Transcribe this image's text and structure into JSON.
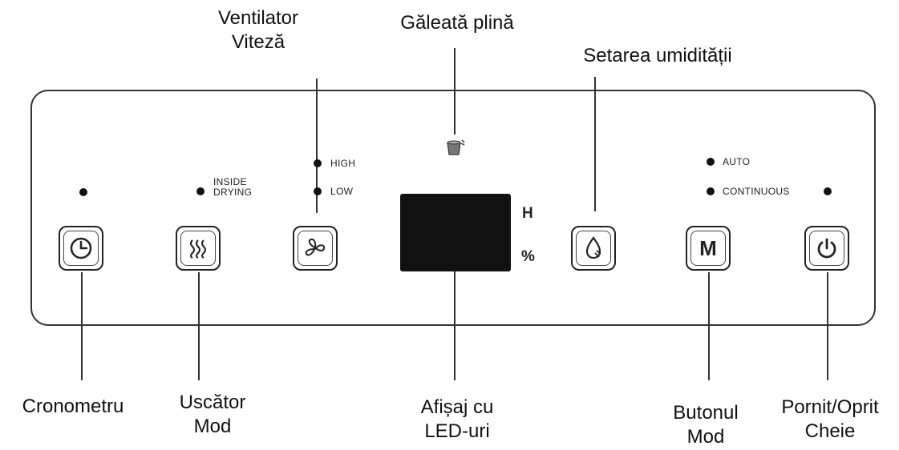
{
  "callouts": {
    "fan_speed": [
      "Ventilator",
      "Viteză"
    ],
    "bucket_full": "Găleată plină",
    "humidity_setting": "Setarea umidității",
    "timer": "Cronometru",
    "dryer_mode": [
      "Uscător",
      "Mod"
    ],
    "led_display": [
      "Afișaj cu",
      "LED-uri"
    ],
    "mode_button": [
      "Butonul",
      "Mod"
    ],
    "power_key": [
      "Pornit/Oprit",
      "Cheie"
    ]
  },
  "indicators": {
    "inside_drying": [
      "INSIDE",
      "DRYING"
    ],
    "high": "HIGH",
    "low": "LOW",
    "auto": "AUTO",
    "continuous": "CONTINUOUS"
  },
  "display": {
    "unit_h": "H",
    "unit_percent": "%"
  },
  "buttons": {
    "mode_label": "M"
  },
  "icons": {
    "timer": "clock-icon",
    "dryer": "heat-waves-icon",
    "fan": "fan-icon",
    "humidity": "water-drop-icon",
    "power": "power-icon",
    "bucket": "bucket-icon"
  }
}
